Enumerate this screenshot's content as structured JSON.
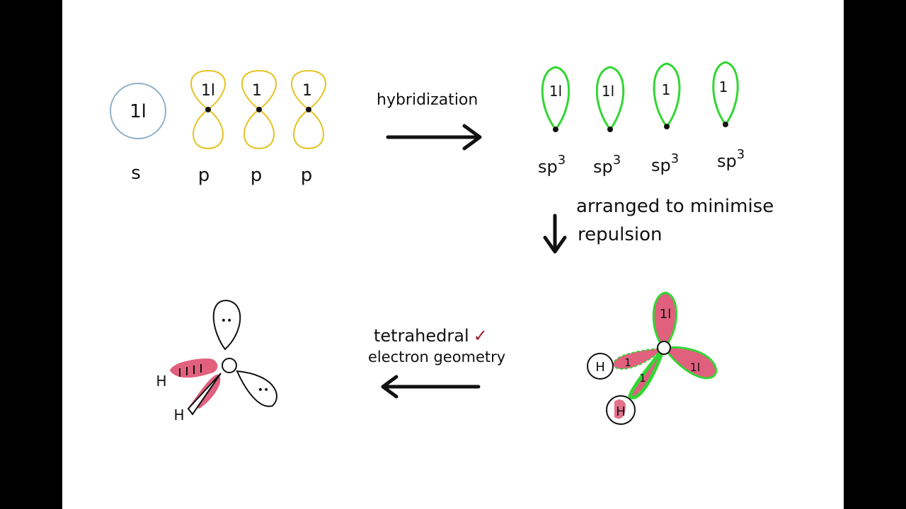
{
  "colors": {
    "s_orbital": "#8fb0c6",
    "p_orbital": "#e5c322",
    "sp3_orbital": "#33d633",
    "bond_fill": "#e0607e",
    "check": "#a01c2c",
    "ink": "#111111",
    "background": "#000000",
    "board": "#ffffff"
  },
  "atomic_orbitals": {
    "s": {
      "label": "s",
      "electrons": "1l"
    },
    "p": [
      {
        "label": "p",
        "electrons": "1l"
      },
      {
        "label": "p",
        "electrons": "1"
      },
      {
        "label": "p",
        "electrons": "1"
      }
    ]
  },
  "arrow_hybridization": {
    "label": "hybridization"
  },
  "hybrid_orbitals": [
    {
      "label_base": "sp",
      "label_sup": "3",
      "electrons": "1l"
    },
    {
      "label_base": "sp",
      "label_sup": "3",
      "electrons": "1l"
    },
    {
      "label_base": "sp",
      "label_sup": "3",
      "electrons": "1"
    },
    {
      "label_base": "sp",
      "label_sup": "3",
      "electrons": "1"
    }
  ],
  "arrow_arrange": {
    "line1": "arranged to minimise",
    "line2": "repulsion"
  },
  "bonding_diagram": {
    "lobe_electrons_top": "1l",
    "lobe_electrons_right": "1l",
    "lobe_electrons_left": "1",
    "lobe_electrons_front": "1",
    "atom_left": "H",
    "atom_front": "H"
  },
  "arrow_geometry": {
    "line1": "tetrahedral",
    "check": "✓",
    "line2": "electron geometry"
  },
  "molecule": {
    "atom_1": "H",
    "atom_2": "H",
    "lone_pair_1": "••",
    "lone_pair_2": "••"
  }
}
